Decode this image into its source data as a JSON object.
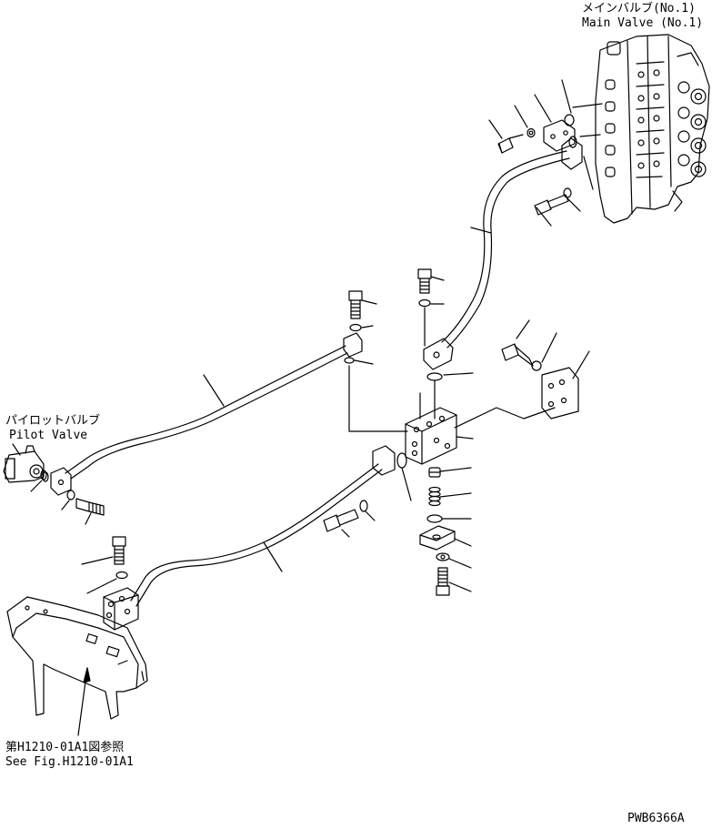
{
  "labels": {
    "main_valve_jp": "メインバルブ(No.1)",
    "main_valve_en": "Main Valve (No.1)",
    "pilot_valve_jp": "パイロットバルブ",
    "pilot_valve_en": "Pilot Valve",
    "ref_jp": "第H1210-01A1図参照",
    "ref_en": "See Fig.H1210-01A1",
    "drawing_code": "PWB6366A"
  },
  "colors": {
    "line": "#000000",
    "paper": "#ffffff"
  }
}
